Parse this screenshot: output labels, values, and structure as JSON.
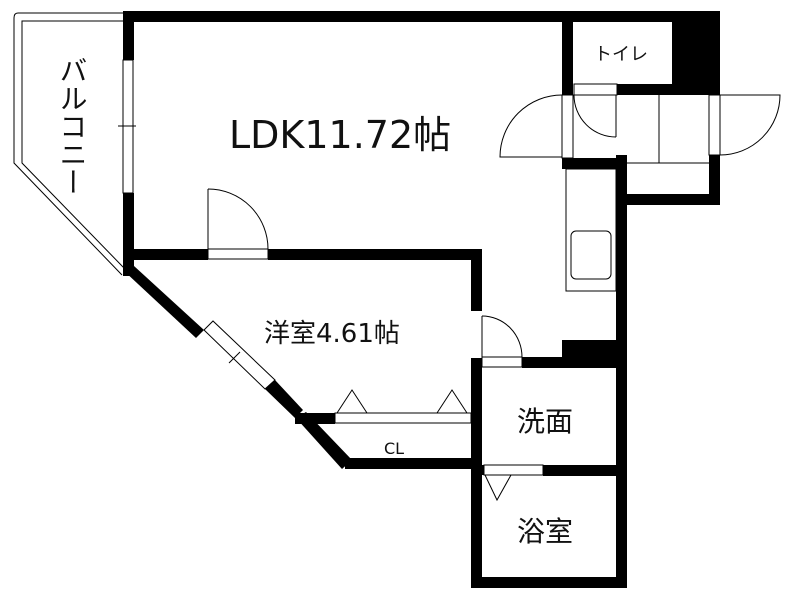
{
  "floor_plan": {
    "rooms": [
      {
        "id": "ldk",
        "label": "LDK11.72帖",
        "type": "LDK",
        "size_jo": 11.72
      },
      {
        "id": "western",
        "label": "洋室4.61帖",
        "type": "洋室",
        "size_jo": 4.61
      },
      {
        "id": "closet",
        "label": "CL"
      },
      {
        "id": "washroom",
        "label": "洗面"
      },
      {
        "id": "bathroom",
        "label": "浴室"
      },
      {
        "id": "toilet",
        "label": "トイレ"
      },
      {
        "id": "balcony",
        "label": "バルコニー"
      }
    ],
    "colors": {
      "wall": "#000000",
      "background": "#ffffff",
      "line": "#000000"
    }
  }
}
